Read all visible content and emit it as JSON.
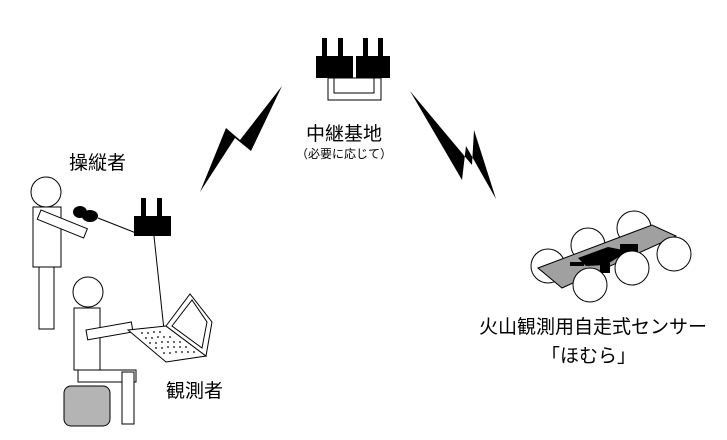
{
  "labels": {
    "relay": "中継基地",
    "relay_note": "（必要に応じて）",
    "operator": "操縦者",
    "observer": "観測者",
    "robot_line1": "火山観測用自走式センサー",
    "robot_line2": "「ほむら」"
  },
  "icons": {
    "relay_station": "relay-antenna-icon",
    "controller_radio": "radio-antenna-icon",
    "wireless_links": "lightning-bolt-icon",
    "laptop": "laptop-icon",
    "robot": "wheeled-rover-icon"
  },
  "colors": {
    "ink": "#000000",
    "paper": "#ffffff",
    "rover_body": "#a0a0a0",
    "seat": "#b4b4b4"
  }
}
